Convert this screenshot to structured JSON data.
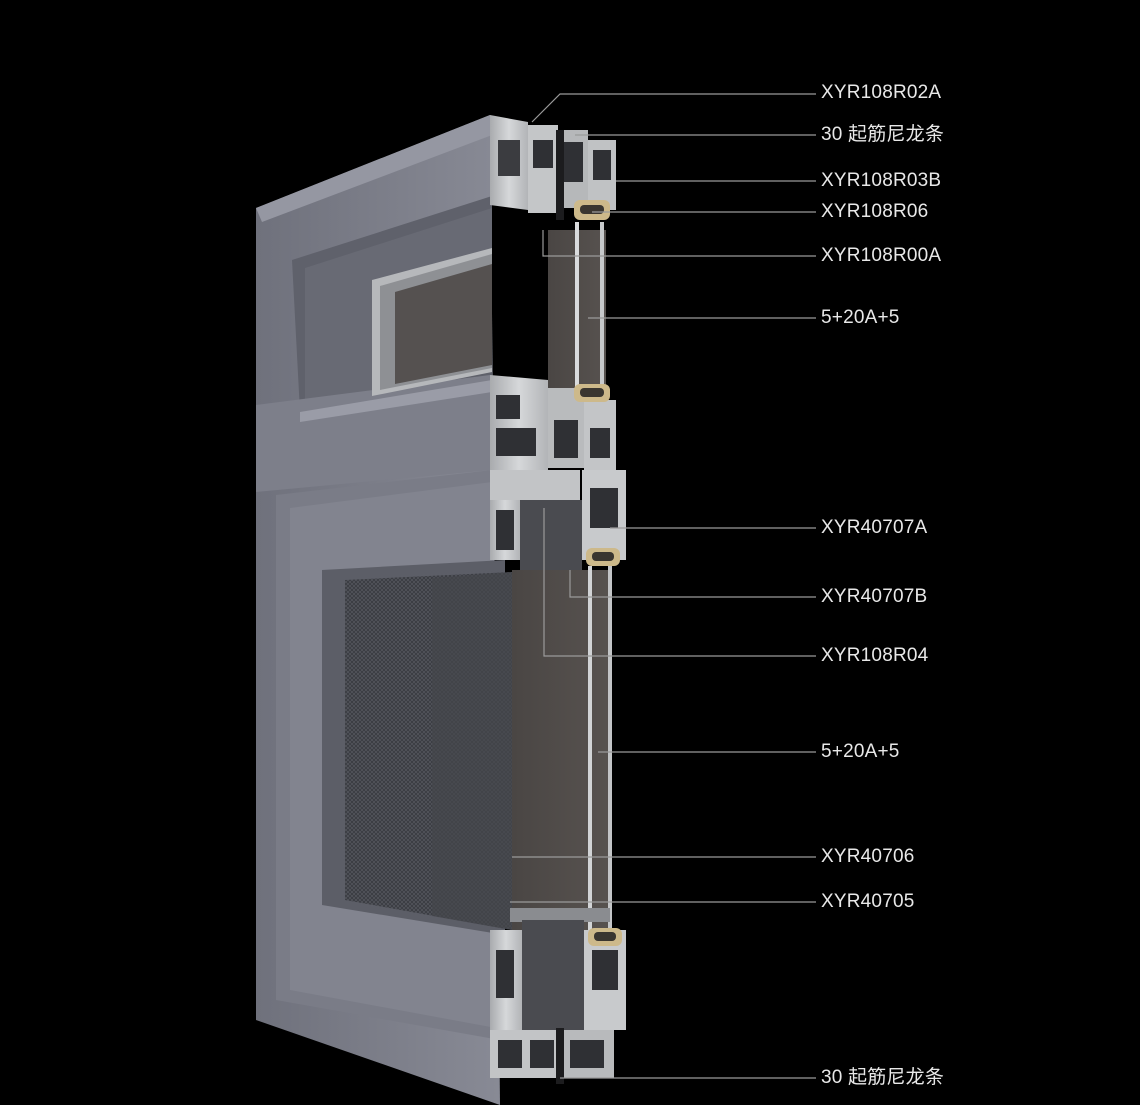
{
  "labels": [
    {
      "id": "r02a",
      "text": "XYR108R02A"
    },
    {
      "id": "nylon1",
      "text": "30 起筋尼龙条"
    },
    {
      "id": "r03b",
      "text": "XYR108R03B"
    },
    {
      "id": "r06",
      "text": "XYR108R06"
    },
    {
      "id": "r00a",
      "text": "XYR108R00A"
    },
    {
      "id": "glass1",
      "text": "5+20A+5"
    },
    {
      "id": "a707",
      "text": "XYR40707A"
    },
    {
      "id": "b707",
      "text": "XYR40707B"
    },
    {
      "id": "r04",
      "text": "XYR108R04"
    },
    {
      "id": "glass2",
      "text": "5+20A+5"
    },
    {
      "id": "s706",
      "text": "XYR40706"
    },
    {
      "id": "s705",
      "text": "XYR40705"
    },
    {
      "id": "nylon2",
      "text": "30 起筋尼龙条"
    }
  ],
  "colors": {
    "background": "#000000",
    "frame_face": "#7b7d89",
    "frame_face_light": "#8d8f9b",
    "frame_shadow": "#55575f",
    "profile_metal": "#c9cbcd",
    "profile_dark": "#3a3b3f",
    "glass": "#4e4a47",
    "screen_mesh": "#3c3e44",
    "leader_line": "#9a9a9a",
    "label_text": "#e8e8e8"
  }
}
